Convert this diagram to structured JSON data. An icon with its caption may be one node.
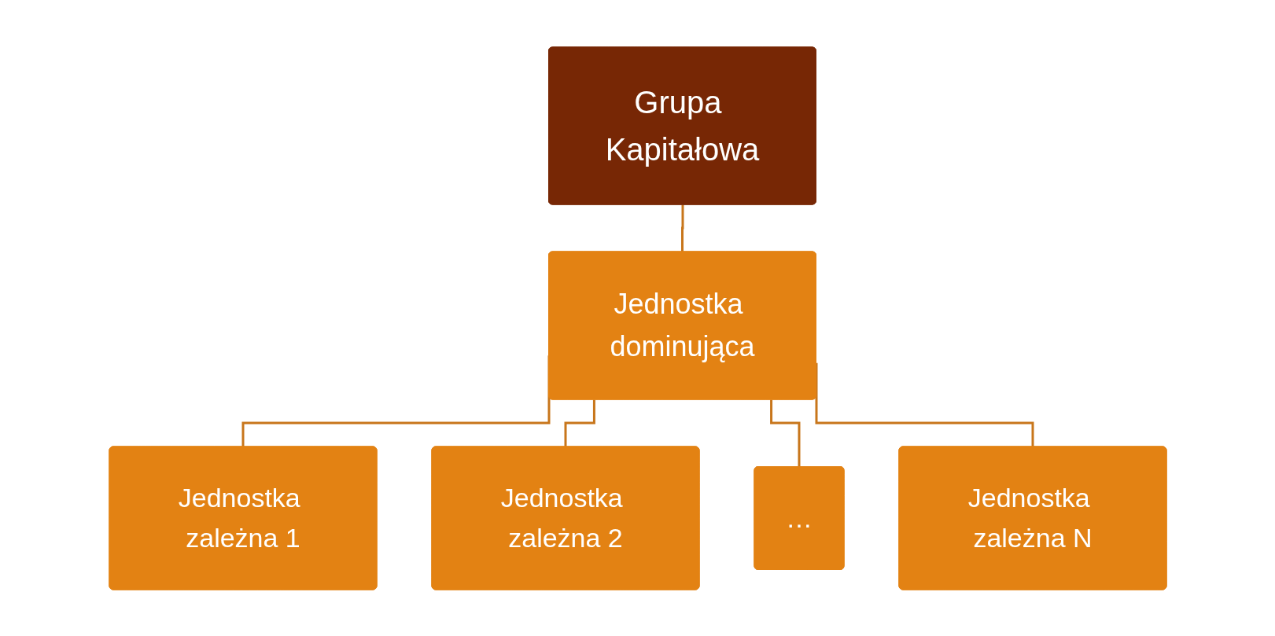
{
  "diagram": {
    "nodes": [
      {
        "text": [
          "Grupa Kapitałowa"
        ]
      },
      {
        "text": [
          "Jednostka dominująca"
        ]
      },
      {
        "text": [
          "Jednostka zależna 1"
        ]
      },
      {
        "text": [
          "Jednostka zależna 2"
        ]
      },
      {
        "text": [
          "…"
        ]
      },
      {
        "text": [
          "Jednostka zależna N"
        ]
      }
    ],
    "edges": [
      {
        "from": 0,
        "to": 1,
        "arrow": "none"
      },
      {
        "from": 1,
        "to": 2,
        "arrow": "none"
      },
      {
        "from": 1,
        "to": 3,
        "arrow": "none"
      },
      {
        "from": 1,
        "to": 4,
        "arrow": "none"
      },
      {
        "from": 1,
        "to": 5,
        "arrow": "none"
      }
    ]
  }
}
